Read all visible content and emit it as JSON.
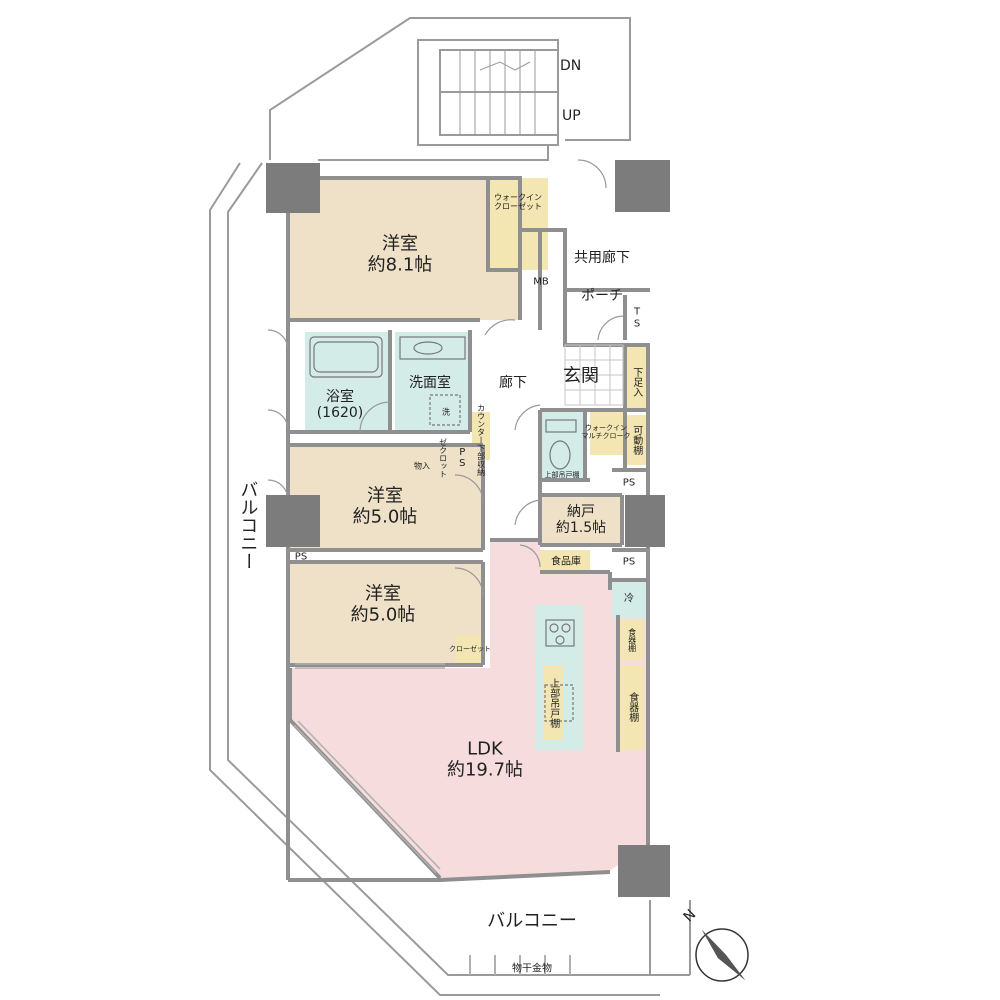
{
  "stairs": {
    "dn": "DN",
    "up": "UP"
  },
  "rooms": {
    "western_main": {
      "name": "洋室",
      "size": "約8.1帖"
    },
    "walkin_closet": {
      "name": "ウォークイン",
      "name2": "クローゼット"
    },
    "common_corridor": "共用廊下",
    "mb": "MB",
    "porch": "ポーチ",
    "ts": {
      "t": "T",
      "s": "S"
    },
    "bath": {
      "name": "浴室",
      "size": "(1620)"
    },
    "washroom": "洗面室",
    "wash_mark": "洗",
    "corridor": "廊下",
    "entrance": "玄関",
    "shoe_box": "下足入",
    "counter_storage": "カウンター下部収納",
    "ps_vertical": "PS",
    "closet_small": "ゼクロット",
    "storage_small": "物入",
    "walkin_multi": {
      "name": "ウォークイン",
      "name2": "マルチクローク"
    },
    "movable_shelf": "可動棚",
    "toilet_cabinet": "上部吊戸棚",
    "ps_right_1": "PS",
    "ps_right_2": "PS",
    "ps_left": "PS",
    "western_2": {
      "name": "洋室",
      "size": "約5.0帖"
    },
    "western_3": {
      "name": "洋室",
      "size": "約5.0帖"
    },
    "closet_3": "クローゼット",
    "storeroom": {
      "name": "納戸",
      "size": "約1.5帖"
    },
    "pantry": "食品庫",
    "fridge": "冷",
    "dish_shelf_small": "食器棚",
    "dish_shelf_large": "食器棚",
    "kitchen_cabinet": "上部吊戸棚",
    "ldk": {
      "name": "LDK",
      "size": "約19.7帖"
    },
    "balcony_side": "バルコニー",
    "balcony_bottom": "バルコニー",
    "laundry_hanger": "物干金物"
  },
  "compass": {
    "label": "N"
  },
  "colors": {
    "bedroom": "#efe1c8",
    "ldk": "#f6dcdc",
    "wet": "#d4ece8",
    "storage": "#f3e6b2",
    "wall": "#8f8f8f",
    "column": "#7c7c7c"
  }
}
